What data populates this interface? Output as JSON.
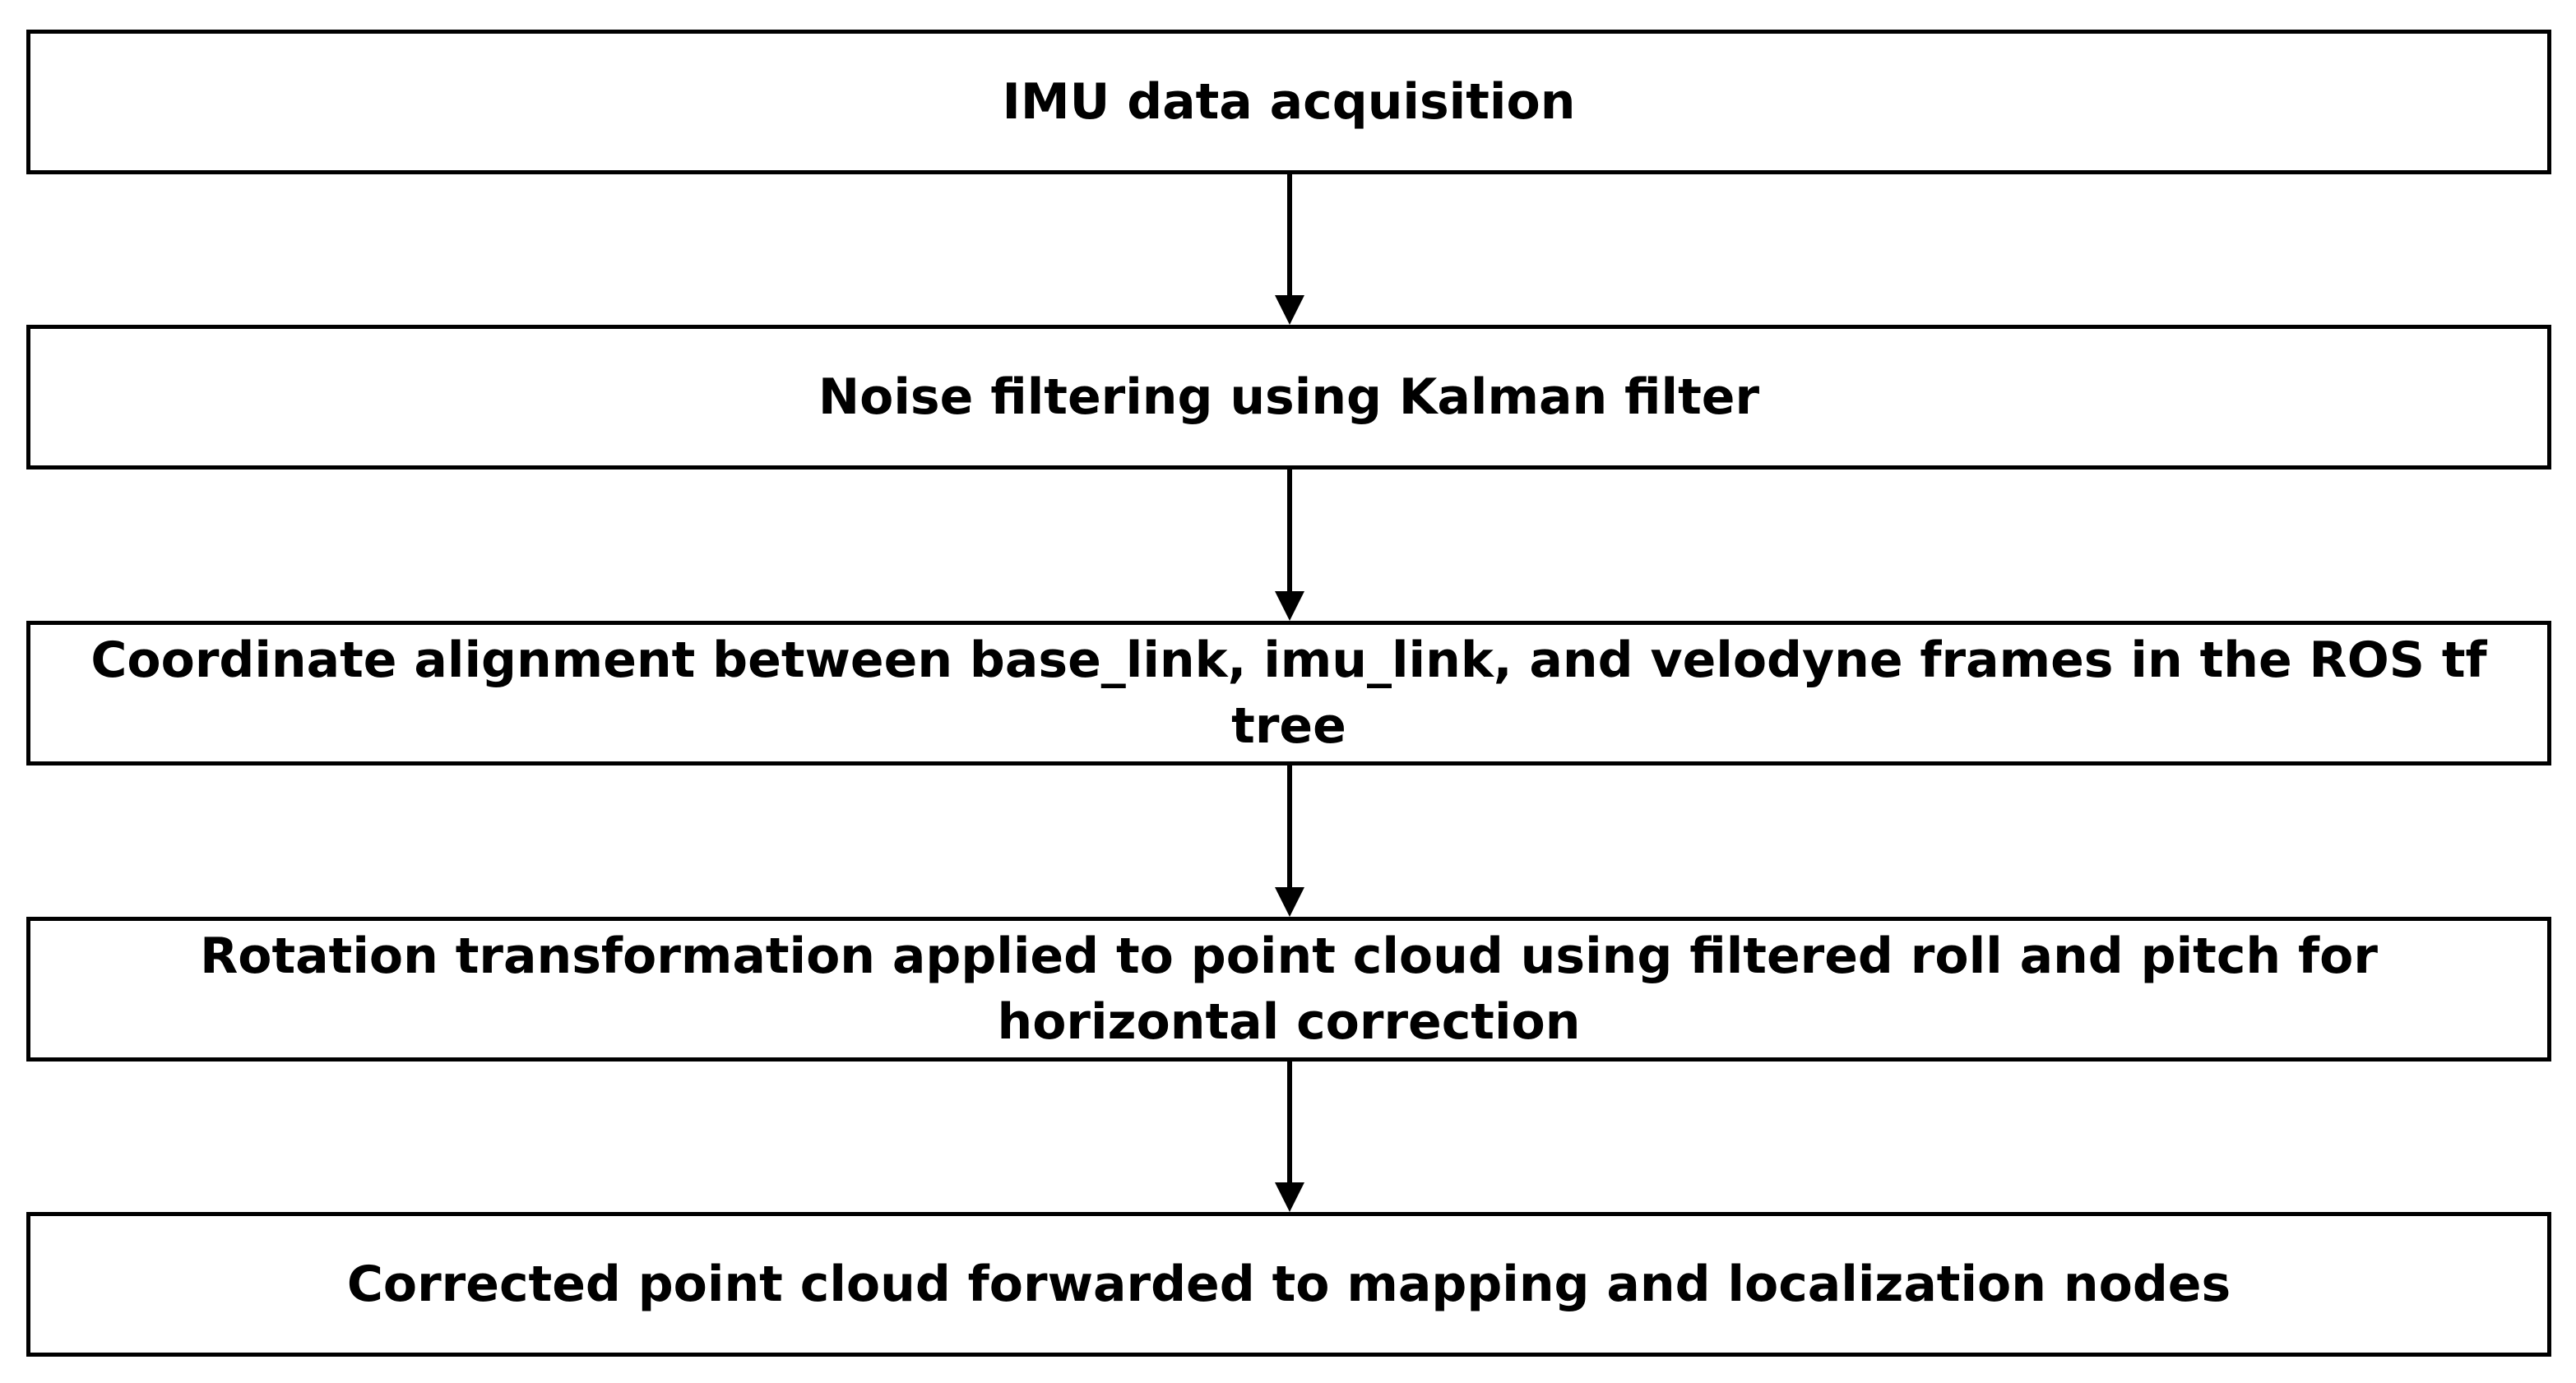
{
  "flowchart": {
    "steps": [
      {
        "label": "IMU data acquisition"
      },
      {
        "label": "Noise filtering using Kalman filter"
      },
      {
        "label": "Coordinate alignment between base_link, imu_link, and velodyne frames in the ROS tf tree"
      },
      {
        "label": "Rotation transformation applied to point cloud using filtered roll and pitch for horizontal correction"
      },
      {
        "label": "Corrected point cloud forwarded to mapping and localization nodes"
      }
    ],
    "colors": {
      "box_border": "#000000",
      "arrow": "#000000",
      "text": "#000000",
      "background": "#ffffff"
    }
  }
}
